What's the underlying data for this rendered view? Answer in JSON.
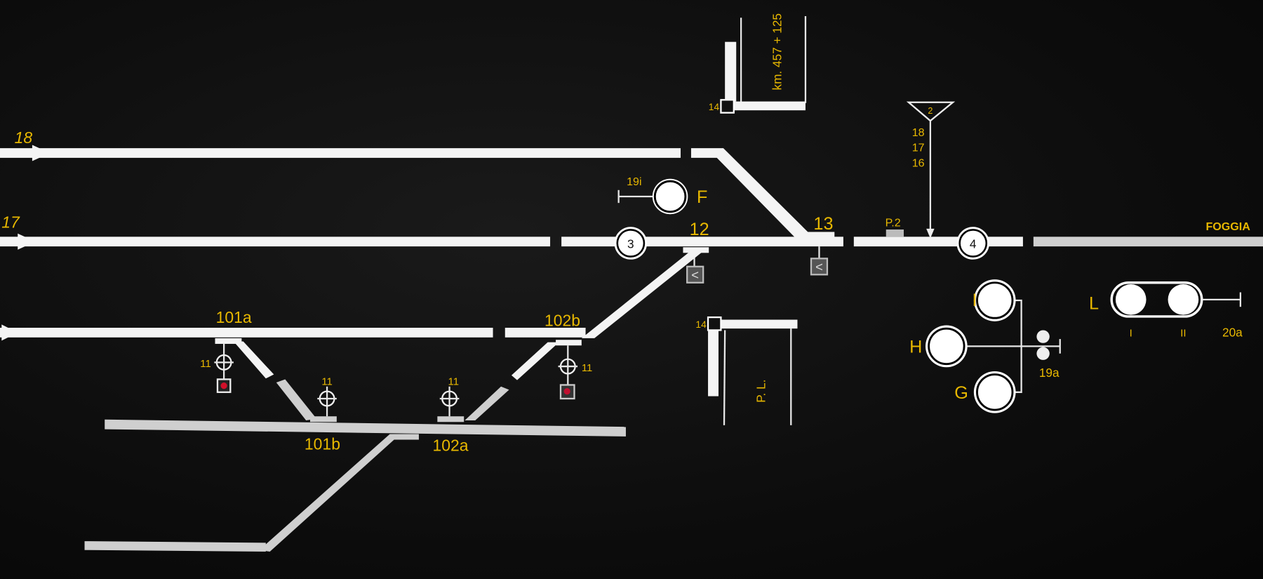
{
  "track_labels": {
    "t18": "18",
    "t17": "17",
    "sw12": "12",
    "sw13": "13",
    "s101a": "101a",
    "s102b": "102b",
    "s101b": "101b",
    "s102a": "102a",
    "destination": "FOGGIA"
  },
  "sections": {
    "s3": "3",
    "s4": "4"
  },
  "crossing_top": {
    "box_label": "14",
    "km": "km. 457 + 125"
  },
  "crossing_bottom": {
    "box_label": "14",
    "name": "P. L."
  },
  "marker_p2": "P.2",
  "indicator": {
    "number": "2",
    "lines": [
      "18",
      "17",
      "16"
    ]
  },
  "signal_f": {
    "name": "F",
    "number": "19i"
  },
  "signals_ghi": {
    "names": [
      "I",
      "H",
      "G"
    ],
    "number": "19a"
  },
  "signal_l": {
    "name": "L",
    "aspects": [
      "I",
      "II"
    ],
    "number": "20a"
  },
  "switch_signals": [
    "11",
    "11",
    "11",
    "11"
  ],
  "switch_indicator_glyph": "<",
  "colors": {
    "background": "#0d0d0d",
    "track": "#f4f4f4",
    "label": "#e8b800",
    "lamp_red": "#d0102a"
  }
}
